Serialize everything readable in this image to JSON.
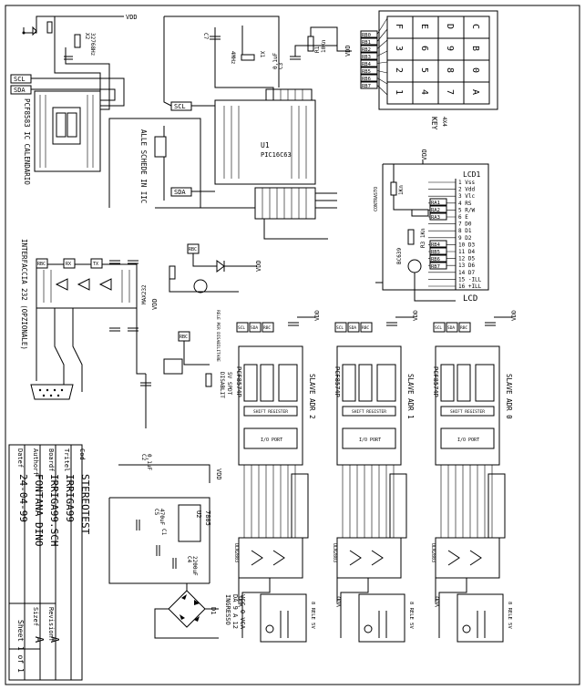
{
  "title_block": {
    "cod_label": "Cod",
    "cod_value": "STEREOTEST",
    "titel_label": "Tritel",
    "titel_value": "IRRIGA99",
    "board_label": "Boardf",
    "board_value": "IRRIGA99.SCH",
    "author_label": "Authorf",
    "author_value": "FONTANA DINO",
    "date_label": "Datef",
    "date_value": "24-04-99",
    "revision_label": "Revisionf",
    "revision_value": "A",
    "size_label": "Sizef",
    "size_value": "A",
    "sheet_value": "Sheet 1 of 1"
  },
  "sections": {
    "rtc": "PCF8583 IC CALENDARIO",
    "i2c_boards": "ALLE SCHEDE IN IIC",
    "rs232": "INTERFACCIA 232 (OPZIONALE)",
    "keypad": "KEY",
    "lcd": "LCD",
    "power_in": "INGRESSO\nDA 9 A 12\nVCC O VCA",
    "relays": "8 RELE 5V"
  },
  "components": {
    "mcu": "U1",
    "mcu_part": "PIC16C63",
    "lcd": "LCD1",
    "crystal": "X2",
    "crystal_val": "32768Hz",
    "crystal1": "X1",
    "crystal1_val": "4MHz",
    "reg": "U2",
    "reg_part": "7805",
    "max": "MAX232",
    "expander": "PCF8574P",
    "slave0": "SLAVE ADR 0",
    "slave1": "SLAVE ADR 1",
    "slave2": "SLAVE ADR 2",
    "uln": "ULN2803",
    "r1": "R1",
    "r1_val": "10Kn",
    "c3": "C3",
    "c3_val": "0,1uF",
    "c7": "C7",
    "c5": "C5",
    "c5_val": "470uF",
    "c4": "C4",
    "c4_val": "2200uF",
    "c1": "C1",
    "c2": "C2",
    "c2_val": "0,1uF",
    "d1": "D1",
    "vdd": "VDD",
    "bc": "BC639",
    "pot": "1Kn",
    "r3": "R3 1Kn",
    "disabl": "DISABLIT",
    "spd": "5V SPDT",
    "scl": "SCL",
    "sda": "SDA",
    "rbc": "RBC",
    "rx": "RX",
    "tx": "TX",
    "io": "I/O PORT",
    "shift": "SHIFT REGISTER"
  },
  "keypad_keys": [
    "F",
    "E",
    "D",
    "C",
    "3",
    "6",
    "9",
    "B",
    "2",
    "5",
    "8",
    "0",
    "1",
    "4",
    "7",
    "A"
  ],
  "keypad_rows": [
    "RB0",
    "RB1",
    "RB2",
    "RB3",
    "RB4",
    "RB5",
    "RB6",
    "RB7"
  ],
  "lcd_pins": [
    "1  Vss",
    "2  Vdd",
    "3  Vlc",
    "4  RS",
    "5  R/W",
    "6  E",
    "7  D0",
    "8  D1",
    "9  D2",
    "10 D3",
    "11 D4",
    "12 D5",
    "13 D6",
    "14 D7",
    "15 -ILL",
    "16 +ILL"
  ],
  "lcd_tags": [
    "RA1",
    "RA2",
    "RA3",
    "RB4",
    "RB5",
    "RB6",
    "RB7"
  ]
}
